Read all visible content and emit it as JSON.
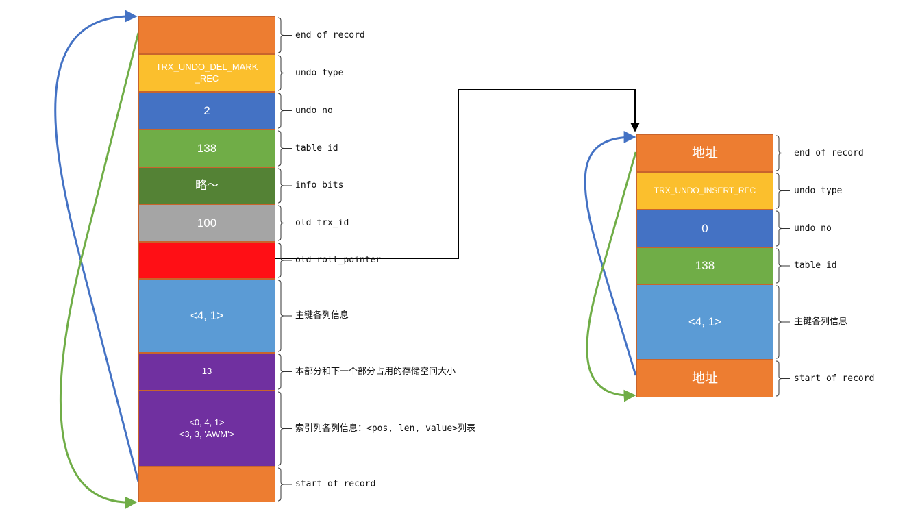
{
  "colors": {
    "orange": "#ed7d31",
    "yellow": "#fbbf2d",
    "blue": "#4472c4",
    "green": "#70ad47",
    "dark_green": "#548235",
    "gray": "#a5a5a5",
    "red": "#ff0f15",
    "light_blue": "#5b9bd5",
    "purple": "#7030a0",
    "arrow_blue": "#4472c4",
    "arrow_green": "#70ad47"
  },
  "left_record": {
    "blocks": [
      {
        "id": "end-of-record",
        "text": "",
        "color": "orange"
      },
      {
        "id": "undo-type",
        "text": "TRX_UNDO_DEL_MARK\n_REC",
        "color": "yellow"
      },
      {
        "id": "undo-no",
        "text": "2",
        "color": "blue"
      },
      {
        "id": "table-id",
        "text": "138",
        "color": "green"
      },
      {
        "id": "info-bits",
        "text": "略～",
        "color": "dark_green"
      },
      {
        "id": "old-trx-id",
        "text": "100",
        "color": "gray"
      },
      {
        "id": "old-roll-pointer",
        "text": "",
        "color": "red"
      },
      {
        "id": "primary-key-info",
        "text": "<4, 1>",
        "color": "light_blue"
      },
      {
        "id": "part-size",
        "text": "13",
        "color": "purple"
      },
      {
        "id": "index-columns-info",
        "text": "<0, 4, 1>\n<3, 3, 'AWM'>",
        "color": "purple"
      },
      {
        "id": "start-of-record",
        "text": "",
        "color": "orange"
      }
    ],
    "labels": [
      "end of record",
      "undo type",
      "undo no",
      "table id",
      "info bits",
      "old trx_id",
      "old roll_pointer",
      "主键各列信息",
      "本部分和下一个部分占用的存储空间大小",
      "索引列各列信息：<pos, len, value>列表",
      "start of record"
    ]
  },
  "right_record": {
    "blocks": [
      {
        "id": "end-of-record",
        "text": "地址",
        "color": "orange"
      },
      {
        "id": "undo-type",
        "text": "TRX_UNDO_INSERT_REC",
        "color": "yellow"
      },
      {
        "id": "undo-no",
        "text": "0",
        "color": "blue"
      },
      {
        "id": "table-id",
        "text": "138",
        "color": "green"
      },
      {
        "id": "primary-key-info",
        "text": "<4, 1>",
        "color": "light_blue"
      },
      {
        "id": "start-of-record",
        "text": "地址",
        "color": "orange"
      }
    ],
    "labels": [
      "end of record",
      "undo type",
      "undo no",
      "table id",
      "主键各列信息",
      "start of record"
    ]
  }
}
